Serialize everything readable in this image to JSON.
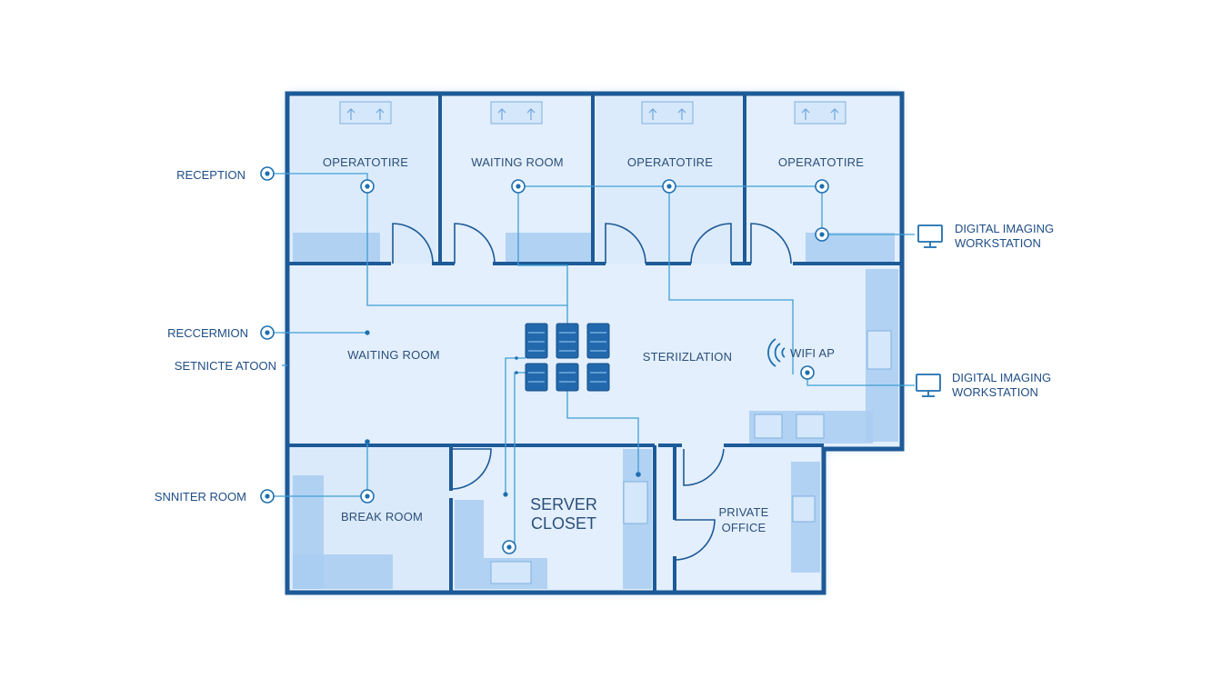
{
  "rooms": {
    "op1": "OPERATOTIRE",
    "waiting_top": "WAITING ROOM",
    "op2": "OPERATOTIRE",
    "op3": "OPERATOTIRE",
    "waiting_main": "WAITING ROOM",
    "sterilization": "STERIIZLATION",
    "wifi": "WIFI AP",
    "break_room": "BREAK ROOM",
    "server_closet_line1": "SERVER",
    "server_closet_line2": "CLOSET",
    "private_office_line1": "PRIVATE",
    "private_office_line2": "OFFICE"
  },
  "callouts_left": {
    "reception": "RECEPTION",
    "reception2": "RECCERMION",
    "service_station": "SETNICTE ATOON",
    "sniter_room": "SNNITER ROOM"
  },
  "callouts_right": {
    "workstation1_line1": "DIGITAL IMAGING",
    "workstation1_line2": "WORKSTATION",
    "workstation2_line1": "DIGITAL IMAGING",
    "workstation2_line2": "WORKSTATION"
  },
  "icons": {
    "callout_marker": "target-node-icon",
    "workstation": "monitor-icon",
    "wifi": "wifi-icon",
    "server": "server-rack-icon"
  },
  "colors": {
    "wall": "#1d5a98",
    "floor": "#e3effc",
    "network": "#3f9fd4",
    "counter": "#a9cdf1"
  }
}
